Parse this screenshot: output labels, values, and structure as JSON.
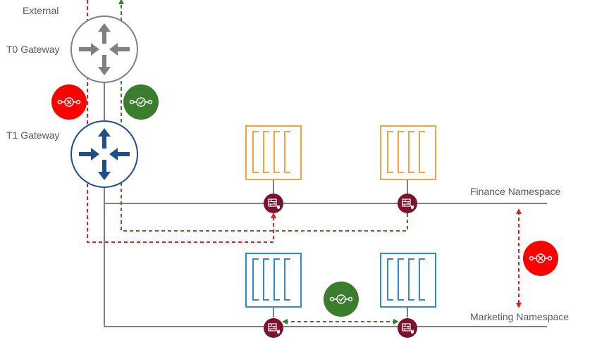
{
  "labels": {
    "external": "External",
    "t0_gateway": "T0 Gateway",
    "t1_gateway": "T1 Gateway",
    "finance_namespace": "Finance Namespace",
    "marketing_namespace": "Marketing Namespace"
  },
  "colors": {
    "line": "#7f7f7f",
    "t0_stroke": "#808080",
    "t0_arrows": "#7f7f7f",
    "t1_stroke": "#1f4e8c",
    "t1_arrows": "#1f4e8c",
    "finance_pod": "#f4a340",
    "marketing_pod": "#2e8bc8",
    "firewall": "#7b1230",
    "deny_flow": "#e81c1c",
    "allow_flow": "#3a7d2c",
    "deny_badge": "#ff0000",
    "allow_badge": "#3a7d2c",
    "label_text": "#595959"
  },
  "icons": {
    "deny_badge": "deny-badge-icon",
    "allow_badge": "allow-badge-icon",
    "firewall": "firewall-icon",
    "pod": "pod-icon",
    "router": "router-icon"
  }
}
